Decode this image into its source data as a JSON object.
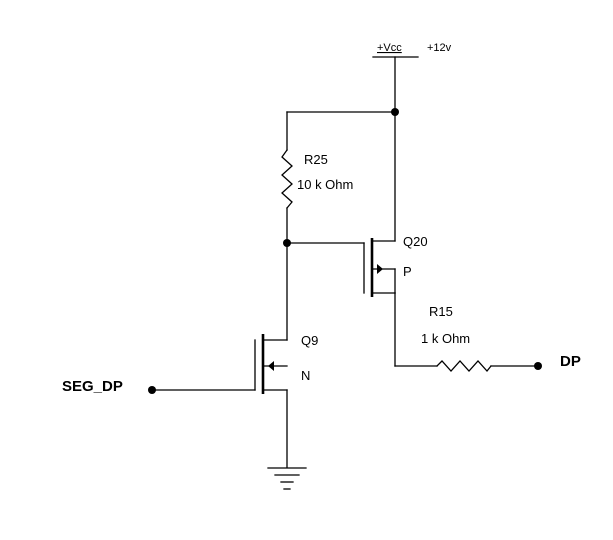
{
  "supply": {
    "name": "+Vcc",
    "voltage": "+12v"
  },
  "components": {
    "r25": {
      "ref": "R25",
      "value": "10 k Ohm"
    },
    "r15": {
      "ref": "R15",
      "value": "1 k Ohm"
    },
    "q20": {
      "ref": "Q20",
      "type": "P"
    },
    "q9": {
      "ref": "Q9",
      "type": "N"
    }
  },
  "ports": {
    "input": "SEG_DP",
    "output": "DP"
  }
}
